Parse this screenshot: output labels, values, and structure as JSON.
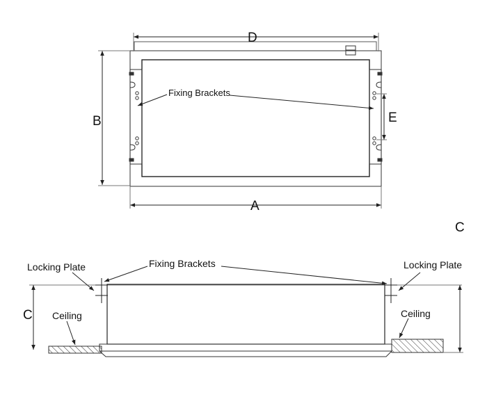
{
  "top_view": {
    "dim_d": "D",
    "dim_b": "B",
    "dim_a": "A",
    "dim_e": "E",
    "fixing_brackets_label": "Fixing Brackets"
  },
  "side_view": {
    "view_letter": "C",
    "dim_c": "C",
    "fixing_brackets_label": "Fixing Brackets",
    "locking_plate_left": "Locking Plate",
    "locking_plate_right": "Locking Plate",
    "ceiling_left": "Ceiling",
    "ceiling_right": "Ceiling"
  }
}
